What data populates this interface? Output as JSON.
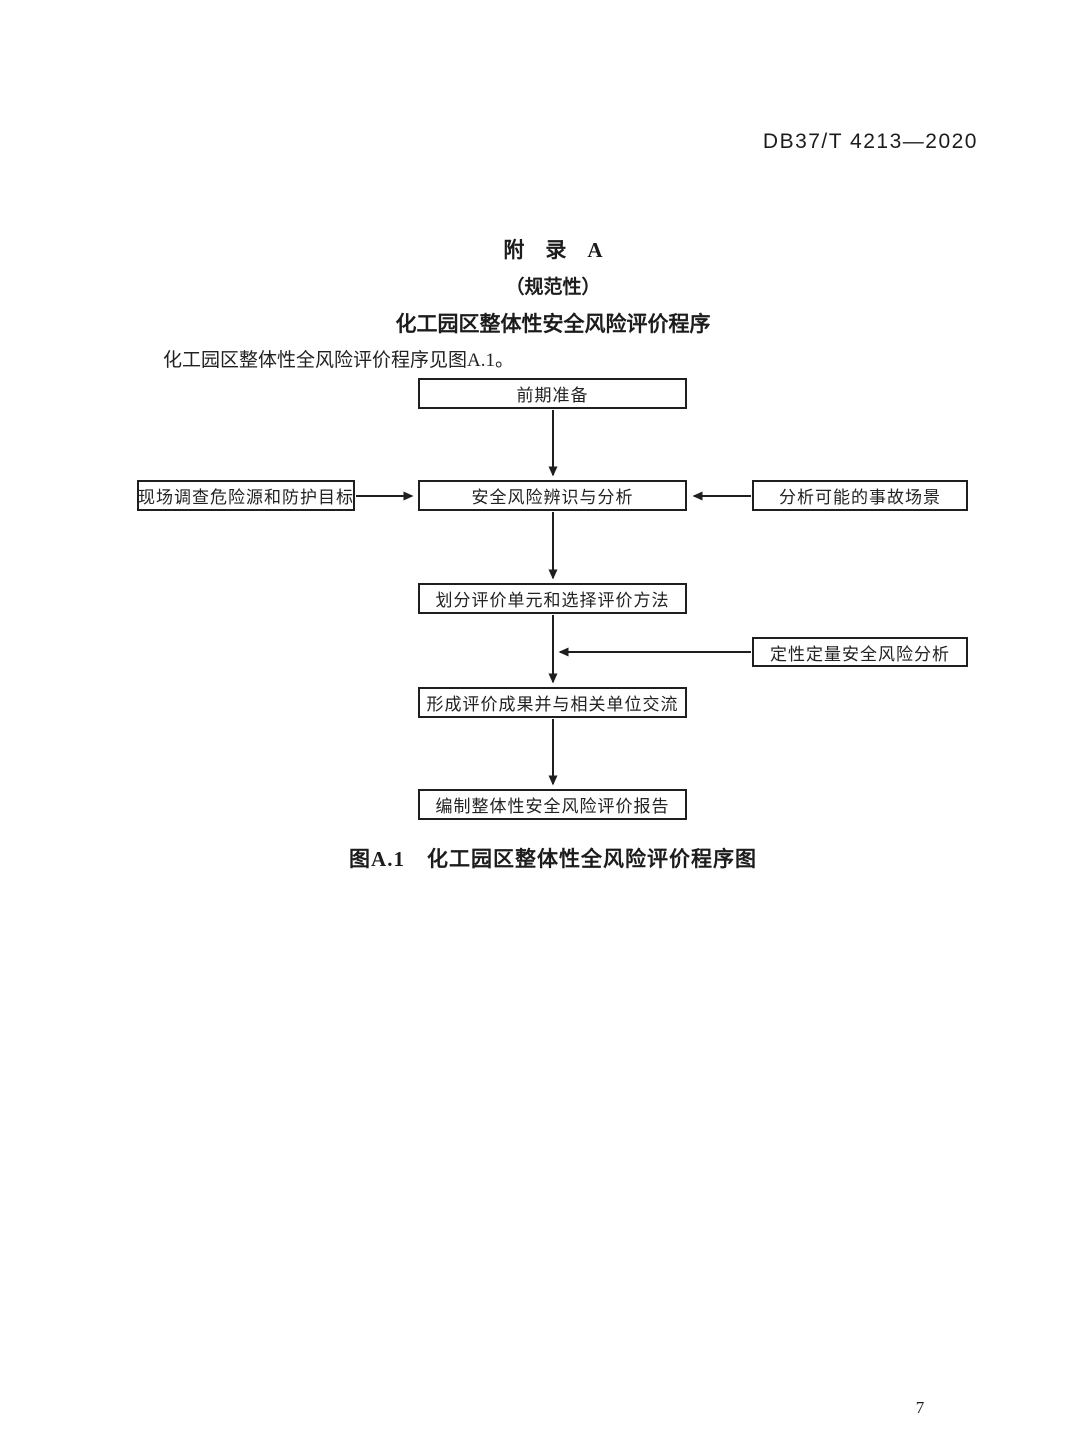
{
  "header": {
    "doc_number": "DB37/T 4213—2020"
  },
  "appendix": {
    "title_line1": "附　录　A",
    "title_line2": "（规范性）",
    "title_line3": "化工园区整体性安全风险评价程序",
    "intro_text": "化工园区整体性全风险评价程序见图A.1。"
  },
  "flowchart": {
    "nodes": {
      "preparation": {
        "label": "前期准备"
      },
      "site_survey": {
        "label": "现场调查危险源和防护目标"
      },
      "identification": {
        "label": "安全风险辨识与分析"
      },
      "scenarios": {
        "label": "分析可能的事故场景"
      },
      "division": {
        "label": "划分评价单元和选择评价方法"
      },
      "qual_quant": {
        "label": "定性定量安全风险分析"
      },
      "results": {
        "label": "形成评价成果并与相关单位交流"
      },
      "report": {
        "label": "编制整体性安全风险评价报告"
      }
    },
    "caption": "图A.1　化工园区整体性全风险评价程序图"
  },
  "footer": {
    "page_number": "7"
  },
  "colors": {
    "ink": "#1c1c1c",
    "background": "#ffffff"
  }
}
